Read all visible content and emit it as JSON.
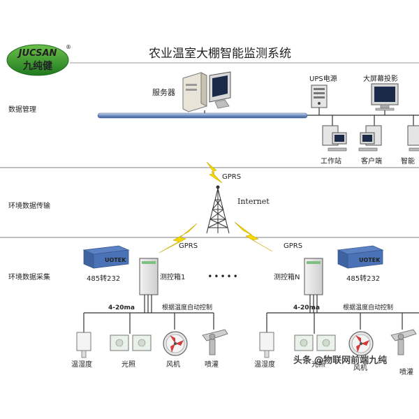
{
  "logo": {
    "brand_latin": "JUCSAN",
    "brand_cn": "九纯健",
    "registered": "®"
  },
  "title": "农业温室大棚智能监测系统",
  "layers": {
    "data_management": "数据管理",
    "data_transmission": "环境数据传输",
    "data_collection": "环境数据采集"
  },
  "nodes": {
    "server": "服务器",
    "ups": "UPS电源",
    "big_screen": "大屏幕投影",
    "workstation": "工作站",
    "client": "客户端",
    "smart_terminal_partial": "智能"
  },
  "network": {
    "gprs_top": "GPRS",
    "internet": "Internet",
    "gprs_left": "GPRS",
    "gprs_right": "GPRS"
  },
  "left_group": {
    "converter_brand": "UOTEK",
    "converter": "485转232",
    "control_box": "测控箱1",
    "signal": "4-20ma",
    "auto_control": "根据温度自动控制",
    "devices": [
      "温湿度",
      "光照",
      "风机",
      "喷灌"
    ]
  },
  "ellipsis": "•••••",
  "right_group": {
    "converter_brand": "UOTEK",
    "converter": "485转232",
    "control_box": "测控箱N",
    "signal": "4-20ma",
    "auto_control": "根据温度自动控制",
    "devices": [
      "温湿度",
      "光照",
      "风机",
      "喷灌"
    ]
  },
  "watermark": "头条 @物联网前端九纯",
  "colors": {
    "logo_green": "#2e8b2e",
    "bus_blue": "#5a7fb5",
    "lightning_yellow": "#f5d800",
    "divider_gray": "#9a9a9a"
  }
}
